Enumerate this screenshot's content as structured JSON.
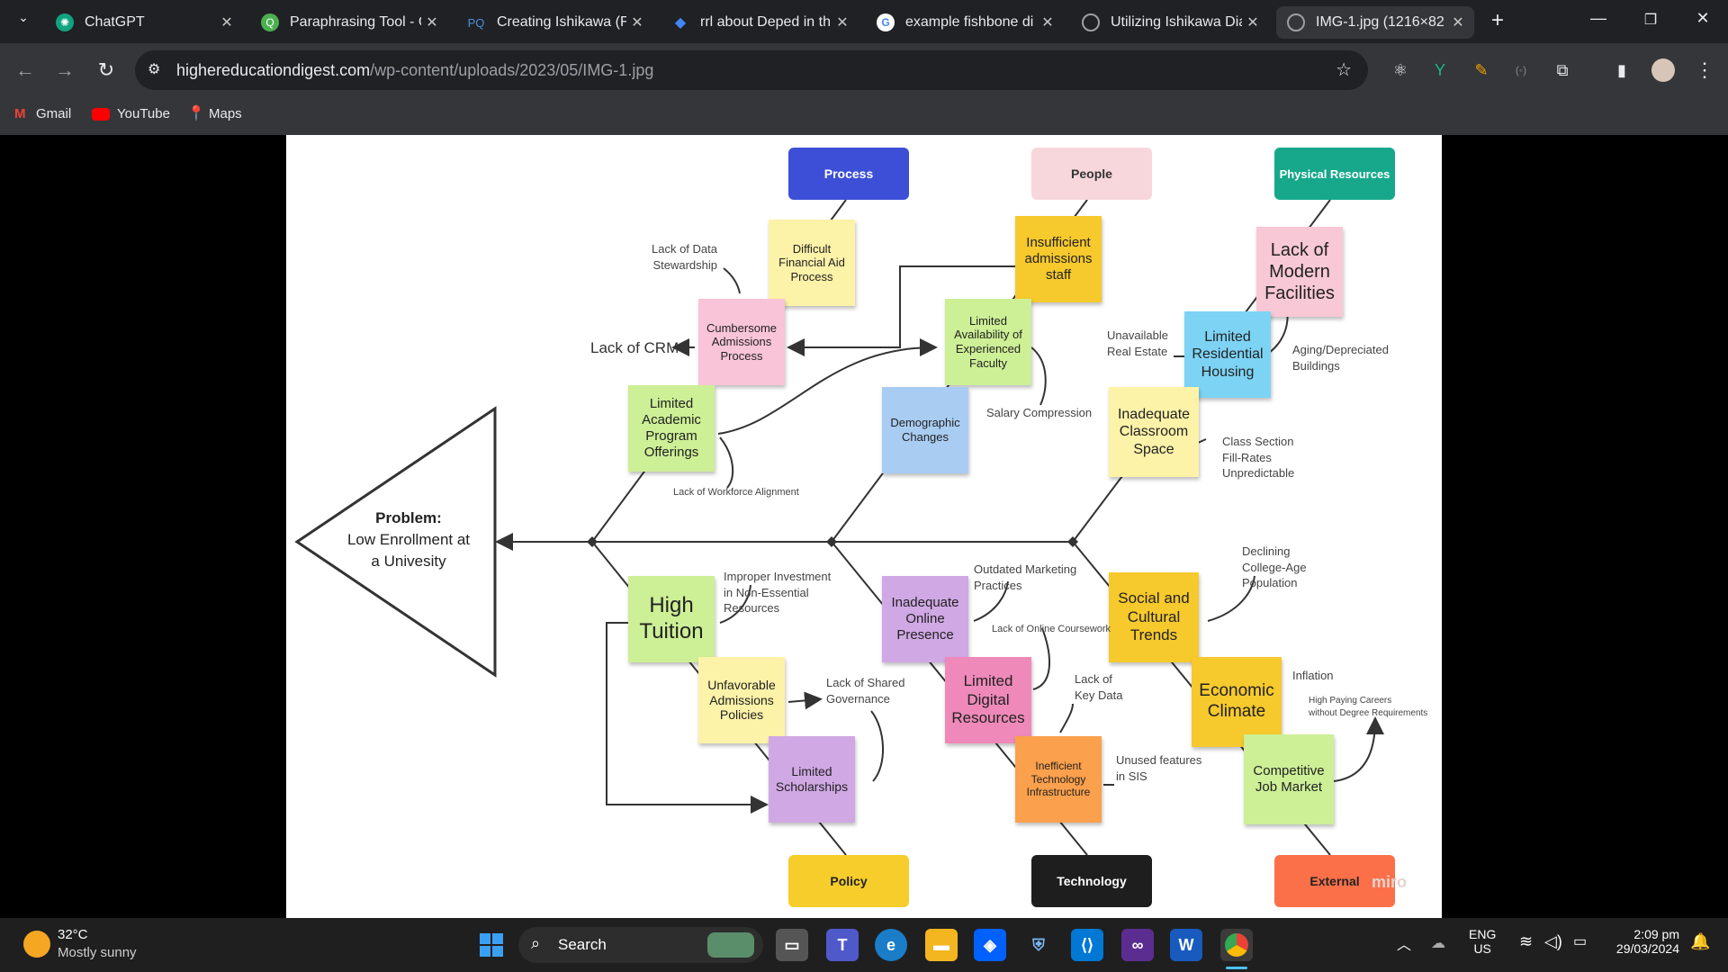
{
  "browser": {
    "tabs": [
      {
        "label": "ChatGPT",
        "icon": "chatgpt-icon",
        "color": "#10a37f"
      },
      {
        "label": "Paraphrasing Tool - C",
        "icon": "quillbot-icon",
        "color": "#4caf50"
      },
      {
        "label": "Creating Ishikawa (Fis",
        "icon": "pq-icon",
        "color": "#1a73e8"
      },
      {
        "label": "rrl about Deped in th",
        "icon": "gemini-icon",
        "color": "#4285f4"
      },
      {
        "label": "example fishbone di",
        "icon": "google-icon",
        "color": "#ffffff"
      },
      {
        "label": "Utilizing Ishikawa Dia",
        "icon": "globe-icon",
        "color": "#9aa0a6"
      },
      {
        "label": "IMG-1.jpg (1216×82",
        "icon": "globe-icon",
        "color": "#9aa0a6"
      }
    ],
    "url_domain": "highereducationdigest.com",
    "url_path": "/wp-content/uploads/2023/05/IMG-1.jpg",
    "bookmarks": [
      {
        "label": "Gmail",
        "icon": "gmail-icon"
      },
      {
        "label": "YouTube",
        "icon": "youtube-icon"
      },
      {
        "label": "Maps",
        "icon": "maps-icon"
      }
    ]
  },
  "diagram": {
    "problem_title": "Problem:",
    "problem_line1": "Low Enrollment at",
    "problem_line2": "a Univesity",
    "categories": {
      "process": "Process",
      "people": "People",
      "physical": "Physical Resources",
      "policy": "Policy",
      "technology": "Technology",
      "external": "External"
    },
    "notes": {
      "difficult_fin_aid": "Difficult Financial Aid Process",
      "insufficient_staff": "Insufficient admissions staff",
      "lack_modern": "Lack of Modern Facilities",
      "cumbersome": "Cumbersome Admissions Process",
      "limited_faculty": "Limited Availability of Experienced Faculty",
      "limited_housing": "Limited Residential Housing",
      "limited_programs": "Limited Academic Program Offerings",
      "demographic": "Demographic Changes",
      "inadequate_classroom": "Inadequate Classroom Space",
      "high_tuition": "High Tuition",
      "inadequate_online": "Inadequate Online Presence",
      "social_cultural": "Social and Cultural Trends",
      "unfavorable_policies": "Unfavorable Admissions Policies",
      "limited_digital": "Limited Digital Resources",
      "economic_climate": "Economic Climate",
      "limited_scholarships": "Limited Scholarships",
      "inefficient_tech": "Inefficient Technology Infrastructure",
      "competitive_job": "Competitive Job Market"
    },
    "annotations": {
      "lack_data_stewardship": "Lack of Data\nStewardship",
      "lack_crm": "Lack of CRM",
      "salary_compression": "Salary Compression",
      "unavailable_real_estate": "Unavailable\nReal Estate",
      "aging_buildings": "Aging/Depreciated\nBuildings",
      "workforce_alignment": "Lack of Workforce Alignment",
      "class_section": "Class Section\nFill-Rates\nUnpredictable",
      "improper_investment": "Improper Investment\nin Non-Essential\nResources",
      "outdated_marketing": "Outdated Marketing\nPractices",
      "declining_population": "Declining\nCollege-Age\nPopulation",
      "online_coursework": "Lack of Online Coursework",
      "shared_governance": "Lack of Shared\nGovernance",
      "key_data": "Lack of\nKey Data",
      "inflation": "Inflation",
      "high_paying": "High Paying Careers\nwithout Degree Requirements",
      "unused_sis": "Unused features\nin SIS"
    },
    "watermark": "miro"
  },
  "taskbar": {
    "temperature": "32°C",
    "weather": "Mostly sunny",
    "search_label": "Search",
    "lang1": "ENG",
    "lang2": "US",
    "time": "2:09 pm",
    "date": "29/03/2024"
  }
}
